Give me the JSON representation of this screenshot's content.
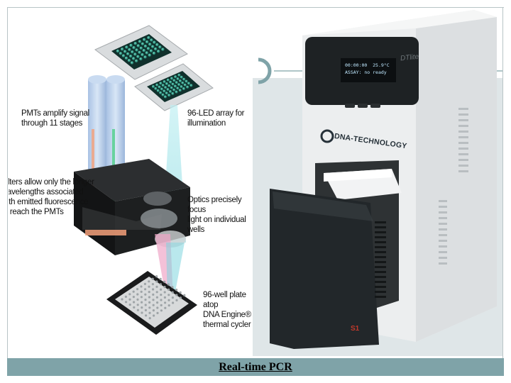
{
  "annotations": {
    "pmt": "PMTs amplify signal\nthrough 11 stages",
    "led": "96-LED array for\nillumination",
    "filters": "Filters allow only the longer\nwavelengths associated\nwith emitted fluorescence\nto reach the PMTs",
    "optics": "Optics precisely focus\nlight on individual wells",
    "plate": "96-well plate atop\nDNA Engine®\nthermal cycler"
  },
  "device": {
    "lcd_line1": "00:00:00  25.9°C",
    "lcd_line2": "ASSAY: no ready",
    "model_badge": "DTlite",
    "brand": "DNA-TECHNOLOGY",
    "drawer_badge": "S1"
  },
  "caption": "Real-time PCR",
  "colors": {
    "caption_bar": "#7fa3a8",
    "right_bg": "#dfe6e8",
    "led_green": "#2fa58c",
    "beam_cyan": "#7fd6de",
    "beam_pink": "#f0a6c8",
    "beam_orange": "#f4a07a",
    "device_body": "#eceeef",
    "device_dark": "#1e2224"
  }
}
